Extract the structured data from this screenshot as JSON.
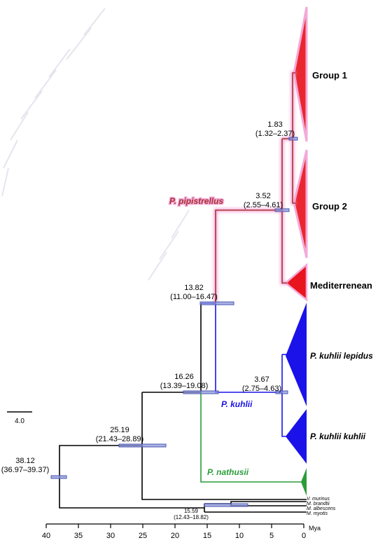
{
  "clades": {
    "group1": "Group 1",
    "group2": "Group 2",
    "mediterranean": "Mediterrenean",
    "lepidus": "P. kuhlii lepidus",
    "kuhlii": "P. kuhlii kuhlii"
  },
  "species": {
    "pipistrellus": "P. pipistrellus",
    "kuhlii": "P. kuhlii",
    "nathusii": "P. nathusii"
  },
  "outgroups": [
    "V. murinus",
    "M. brandtii",
    "M. albescens",
    "M. myotis"
  ],
  "nodes": [
    {
      "age": "38.12",
      "hpd": "(36.97–39.37)"
    },
    {
      "age": "25.19",
      "hpd": "(21.43–28.89)"
    },
    {
      "age": "16.26",
      "hpd": "(13.39–19.08)"
    },
    {
      "age": "13.82",
      "hpd": "(11.00–16.47)"
    },
    {
      "age": "3.52",
      "hpd": "(2.55–4.61)"
    },
    {
      "age": "1.83",
      "hpd": "(1.32–2.37)"
    },
    {
      "age": "3.67",
      "hpd": "(2.75–4.63)"
    },
    {
      "age": "15.59",
      "hpd": "(12.43–18.82)"
    }
  ],
  "scale_bar": "4.0",
  "axis": {
    "unit": "Mya",
    "ticks": [
      "40",
      "35",
      "30",
      "25",
      "20",
      "15",
      "10",
      "5",
      "0"
    ]
  },
  "colors": {
    "pipistrellus": "#e8141e",
    "pipistrellus_branch": "#a83232",
    "kuhlii": "#1a12e8",
    "nathusii": "#2a9c3a",
    "hpd": "#8d97dc"
  }
}
